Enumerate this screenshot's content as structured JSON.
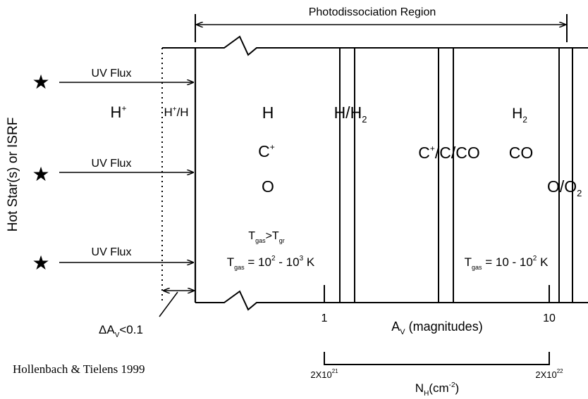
{
  "header": {
    "region_label": "Photodissociation Region"
  },
  "source": {
    "side_label": "Hot Star(s) or ISRF",
    "star_glyph": "★",
    "flux_labels": [
      "UV Flux",
      "UV Flux",
      "UV Flux"
    ]
  },
  "zones": {
    "h_plus": {
      "base": "H",
      "sup": "+"
    },
    "h_plus_h": {
      "a": "H",
      "sup": "+",
      "b": "/H"
    },
    "atomic": {
      "h": "H",
      "c_base": "C",
      "c_sup": "+",
      "o": "O"
    },
    "h_h2": {
      "base": "H/H",
      "sub": "2"
    },
    "carbon": {
      "a": "C",
      "sup1": "+",
      "b": "/C/CO"
    },
    "molecular": {
      "h2_base": "H",
      "h2_sub": "2",
      "co": "CO"
    },
    "oxygen": {
      "base": "O/O",
      "sub": "2"
    }
  },
  "temperatures": {
    "left_ratio": {
      "t1": "T",
      "s1": "gas",
      "mid": ">T",
      "s2": "gr"
    },
    "left_range": {
      "t": "T",
      "s": "gas",
      "mid": " = 10",
      "e1": "2",
      "dash": " - 10",
      "e2": "3",
      "unit": " K"
    },
    "right_range": {
      "t": "T",
      "s": "gas",
      "mid": " = 10 - 10",
      "e": "2",
      "unit": " K"
    }
  },
  "axes": {
    "av_label": {
      "a": "A",
      "sub": "V",
      "b": " (magnitudes)"
    },
    "av_ticks": [
      "1",
      "10"
    ],
    "nh_label": {
      "a": "N",
      "sub": "H",
      "b": "(cm",
      "sup": "-2",
      "c": ")"
    },
    "nh_ticks": [
      {
        "base": "2X10",
        "exp": "21"
      },
      {
        "base": "2X10",
        "exp": "22"
      }
    ],
    "delta_av": {
      "a": "ΔA",
      "sub": "V",
      "b": "<0.1"
    }
  },
  "citation": "Hollenbach & Tielens 1999"
}
